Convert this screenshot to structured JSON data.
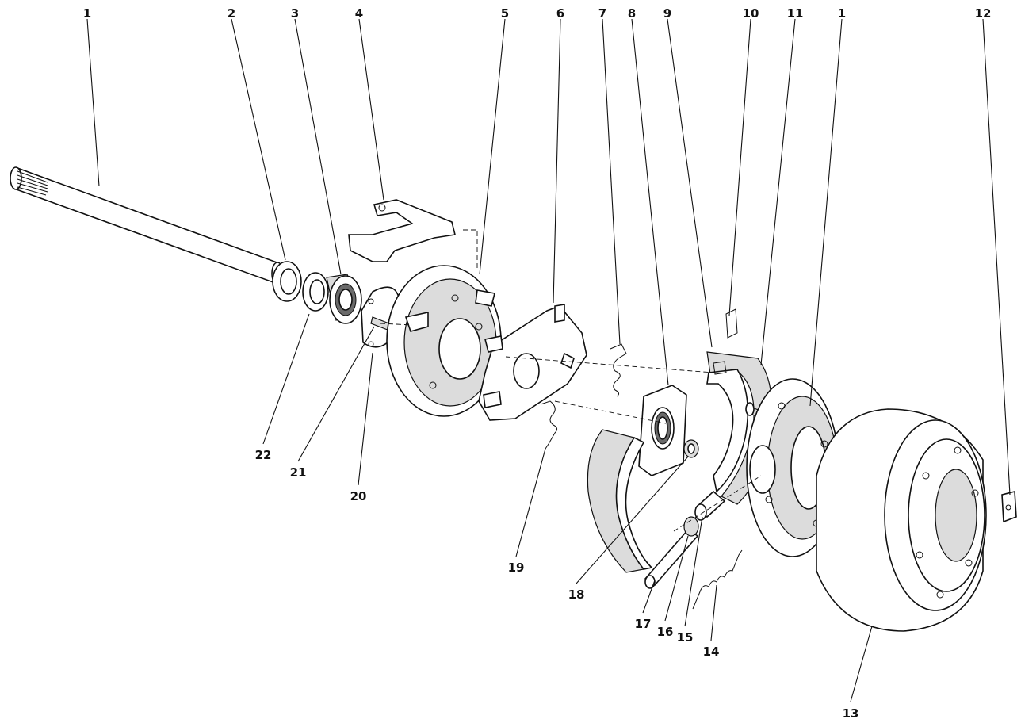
{
  "diagram": {
    "callouts": [
      {
        "id": "c1a",
        "label": "1"
      },
      {
        "id": "c2",
        "label": "2"
      },
      {
        "id": "c3",
        "label": "3"
      },
      {
        "id": "c4",
        "label": "4"
      },
      {
        "id": "c5",
        "label": "5"
      },
      {
        "id": "c6",
        "label": "6"
      },
      {
        "id": "c7",
        "label": "7"
      },
      {
        "id": "c8",
        "label": "8"
      },
      {
        "id": "c9",
        "label": "9"
      },
      {
        "id": "c10",
        "label": "10"
      },
      {
        "id": "c11",
        "label": "11"
      },
      {
        "id": "c1b",
        "label": "1"
      },
      {
        "id": "c12",
        "label": "12"
      },
      {
        "id": "c13",
        "label": "13"
      },
      {
        "id": "c14",
        "label": "14"
      },
      {
        "id": "c15",
        "label": "15"
      },
      {
        "id": "c16",
        "label": "16"
      },
      {
        "id": "c17",
        "label": "17"
      },
      {
        "id": "c18",
        "label": "18"
      },
      {
        "id": "c19",
        "label": "19"
      },
      {
        "id": "c20",
        "label": "20"
      },
      {
        "id": "c21",
        "label": "21"
      },
      {
        "id": "c22",
        "label": "22"
      }
    ]
  }
}
